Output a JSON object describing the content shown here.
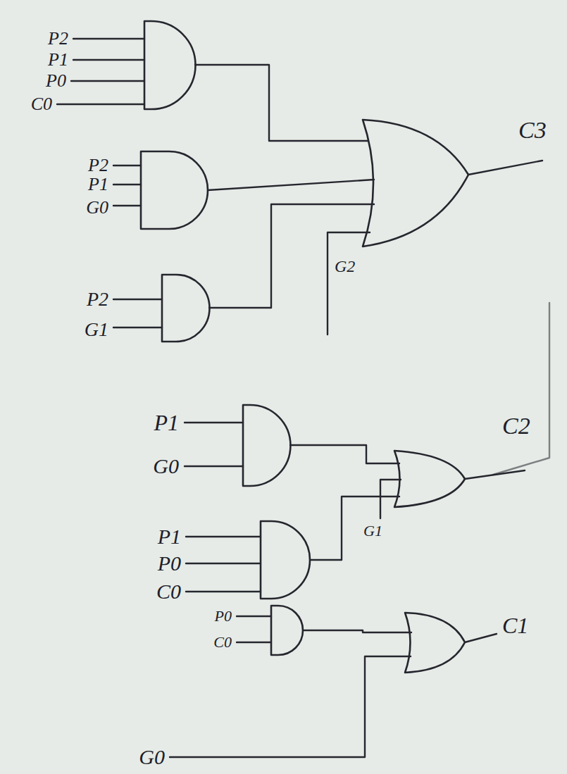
{
  "diagram": {
    "labels": [
      "P2",
      "P1",
      "P0",
      "C0",
      "C3",
      "P2",
      "P1",
      "G0",
      "G2",
      "P2",
      "G1",
      "P1",
      "G0",
      "C2",
      "G1",
      "P1",
      "P0",
      "C0",
      "P0",
      "C0",
      "C1",
      "G0"
    ]
  }
}
